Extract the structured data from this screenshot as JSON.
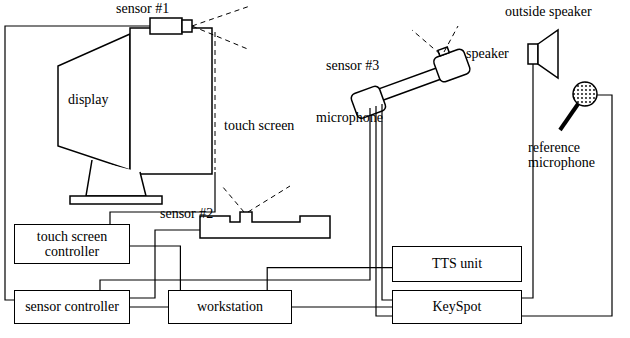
{
  "diagram": {
    "nodes": [
      {
        "text": [
          "touch screen controller"
        ]
      },
      {
        "text": [
          "TTS unit"
        ]
      },
      {
        "text": [
          "sensor controller"
        ]
      },
      {
        "text": [
          "workstation"
        ]
      },
      {
        "text": [
          "KeySpot"
        ]
      }
    ],
    "edges": [
      {
        "from": 0,
        "to": 3,
        "arrow": "none"
      },
      {
        "from": 2,
        "to": 3,
        "arrow": "none"
      },
      {
        "from": 3,
        "to": 4,
        "arrow": "none"
      },
      {
        "from": 3,
        "to": 1,
        "arrow": "none"
      }
    ],
    "labels": [
      "sensor #1",
      "outside speaker",
      "sensor #3",
      "speaker",
      "display",
      "touch screen",
      "microphone",
      "reference microphone",
      "sensor #2"
    ]
  }
}
